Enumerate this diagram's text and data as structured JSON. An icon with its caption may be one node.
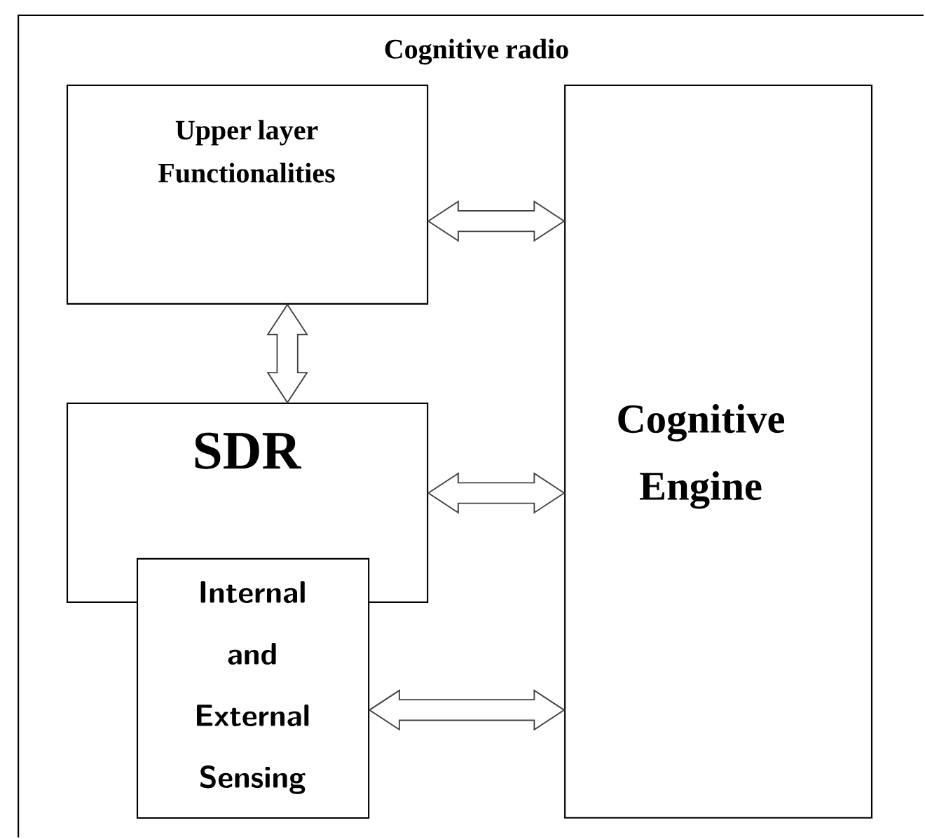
{
  "diagram": {
    "nodes": [
      {
        "text": [
          "Cognitive radio"
        ]
      },
      {
        "text": [
          "Upper layer Functionalities"
        ],
        "in": 0
      },
      {
        "text": [
          "SDR"
        ],
        "in": 0
      },
      {
        "text": [
          "Internal and External Sensing"
        ],
        "in": 0
      },
      {
        "text": [
          "Cognitive Engine"
        ],
        "in": 0
      }
    ],
    "edges": [
      {
        "from": 1,
        "to": 4,
        "arrow": "both"
      },
      {
        "from": 1,
        "to": 2,
        "arrow": "both"
      },
      {
        "from": 2,
        "to": 4,
        "arrow": "both"
      },
      {
        "from": 3,
        "to": 4,
        "arrow": "both"
      }
    ]
  }
}
